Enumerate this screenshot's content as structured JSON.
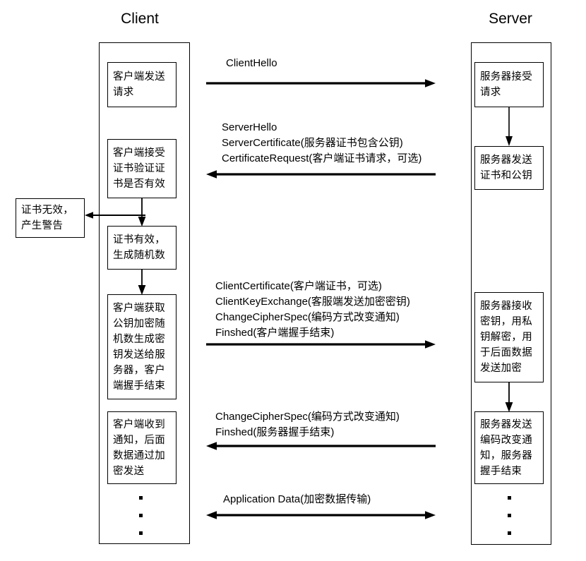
{
  "diagram": {
    "title_client": "Client",
    "title_server": "Server"
  },
  "client": {
    "steps": [
      {
        "id": "client-send-request",
        "text": "客户端发送\n请求"
      },
      {
        "id": "client-verify-cert",
        "text": "客户端接受\n证书验证证\n书是否有效"
      },
      {
        "id": "cert-valid-random",
        "text": "证书有效，\n生成随机数"
      },
      {
        "id": "client-encrypt-key",
        "text": "客户端获取\n公钥加密随\n机数生成密\n钥发送给服\n务器，客户\n端握手结束"
      },
      {
        "id": "client-receive-notice",
        "text": "客户端收到\n通知，后面\n数据通过加\n密发送"
      }
    ]
  },
  "branch": {
    "id": "cert-invalid-warning",
    "text": "证书无效，\n产生警告"
  },
  "server": {
    "steps": [
      {
        "id": "server-accept-request",
        "text": "服务器接受\n请求"
      },
      {
        "id": "server-send-cert",
        "text": "服务器发送\n证书和公钥"
      },
      {
        "id": "server-receive-key",
        "text": "服务器接收\n密钥，用私\n钥解密，用\n于后面数据\n发送加密"
      },
      {
        "id": "server-send-changecipher",
        "text": "服务器发送\n编码改变通\n知，服务器\n握手结束"
      }
    ]
  },
  "messages": [
    {
      "id": "client-hello",
      "direction": "right",
      "text": "ClientHello"
    },
    {
      "id": "server-hello-group",
      "direction": "left",
      "text": "ServerHello\nServerCertificate(服务器证书包含公钥)\nCertificateRequest(客户端证书请求，可选)"
    },
    {
      "id": "client-key-group",
      "direction": "right",
      "text": "ClientCertificate(客户端证书，可选)\nClientKeyExchange(客服端发送加密密钥)\nChangeCipherSpec(编码方式改变通知)\nFinshed(客户端握手结束)"
    },
    {
      "id": "server-changecipher-group",
      "direction": "left",
      "text": "ChangeCipherSpec(编码方式改变通知)\nFinshed(服务器握手结束)"
    },
    {
      "id": "application-data",
      "direction": "both",
      "text": "Application Data(加密数据传输)"
    }
  ],
  "colors": {
    "stroke": "#000000",
    "background": "#ffffff"
  }
}
